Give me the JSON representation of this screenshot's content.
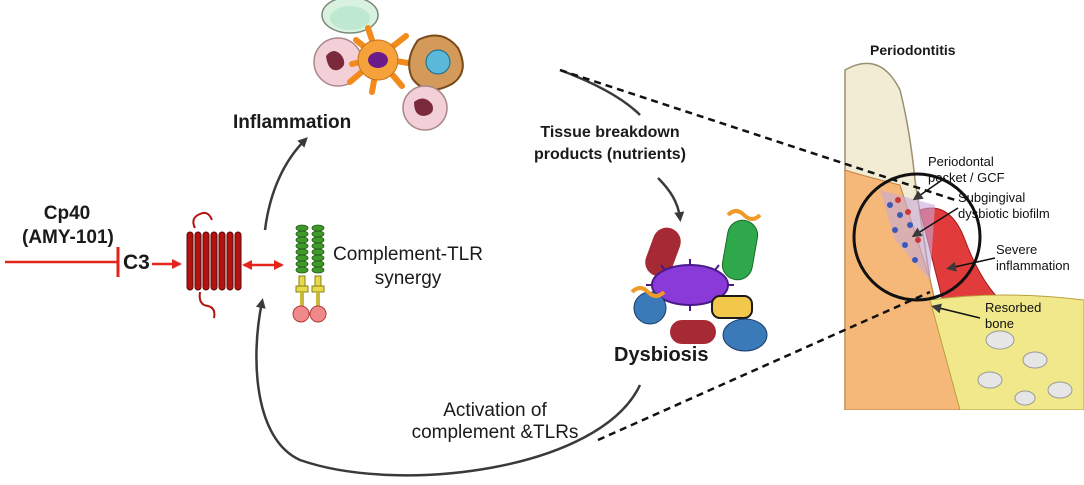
{
  "inhibitor": {
    "name": "Cp40",
    "alias": "(AMY-101)"
  },
  "c3_label": "C3",
  "synergy_label": {
    "line1": "Complement-TLR",
    "line2": "synergy"
  },
  "inflammation_label": "Inflammation",
  "nutrients_label": {
    "line1": "Tissue breakdown",
    "line2": "products (nutrients)"
  },
  "dysbiosis_label": "Dysbiosis",
  "activation_label": {
    "line1": "Activation of",
    "line2": "complement &TLRs"
  },
  "periodontitis_panel": {
    "title": "Periodontitis",
    "pocket": {
      "line1": "Periodontal",
      "line2": "pocket / GCF"
    },
    "biofilm": {
      "line1": "Subgingival",
      "line2": "dysbiotic biofilm"
    },
    "inflammation": {
      "line1": "Severe",
      "line2": "inflammation"
    },
    "bone": {
      "line1": "Resorbed",
      "line2": "bone"
    }
  },
  "colors": {
    "inhibitor_red": "#e3261c",
    "receptor_dark_red": "#b3120f",
    "tlr_green": "#3f9a2b",
    "tlr_yellow": "#e6d94a",
    "gum_red": "#e23b3b",
    "arrow_gray": "#3a3a3a"
  }
}
